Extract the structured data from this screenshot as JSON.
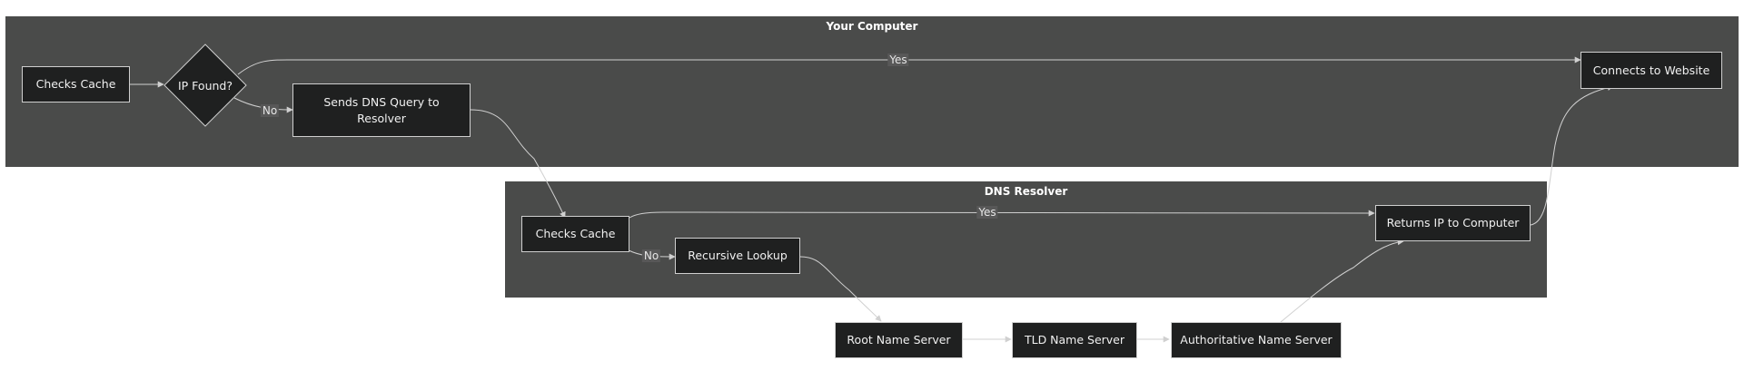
{
  "clusters": {
    "computer": {
      "title": "Your Computer"
    },
    "resolver": {
      "title": "DNS Resolver"
    }
  },
  "nodes": {
    "checks_cache_1": "Checks Cache",
    "ip_found": "IP Found?",
    "sends_query": "Sends DNS Query to Resolver",
    "connects": "Connects to Website",
    "checks_cache_2": "Checks Cache",
    "recursive": "Recursive Lookup",
    "returns_ip": "Returns IP to Computer",
    "root": "Root Name Server",
    "tld": "TLD Name Server",
    "authoritative": "Authoritative Name Server"
  },
  "edge_labels": {
    "yes_1": "Yes",
    "no_1": "No",
    "yes_2": "Yes",
    "no_2": "No"
  },
  "colors": {
    "cluster_bg": "#4a4b4a",
    "node_bg": "#1f2020",
    "node_border": "#cfcfcf",
    "edge": "#d0d0d0"
  }
}
